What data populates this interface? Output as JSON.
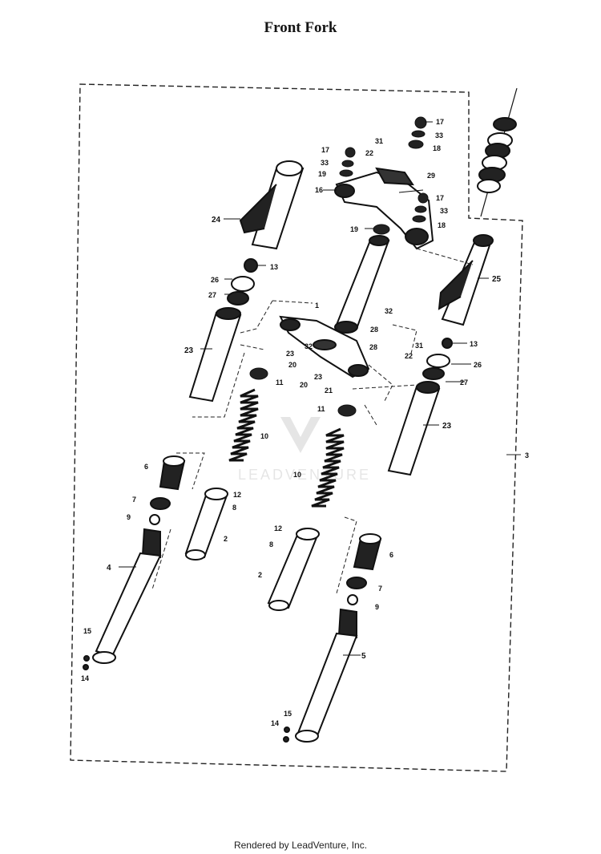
{
  "title": "Front Fork",
  "footer": "Rendered by LeadVenture, Inc.",
  "watermark": "LEADVENTURE",
  "callouts": {
    "c1": "1",
    "c2a": "2",
    "c2b": "2",
    "c3": "3",
    "c4": "4",
    "c5": "5",
    "c6a": "6",
    "c6b": "6",
    "c7a": "7",
    "c7b": "7",
    "c8a": "8",
    "c8b": "8",
    "c9a": "9",
    "c9b": "9",
    "c10a": "10",
    "c10b": "10",
    "c11a": "11",
    "c11b": "11",
    "c12a": "12",
    "c12b": "12",
    "c13a": "13",
    "c13b": "13",
    "c14a": "14",
    "c14b": "14",
    "c15a": "15",
    "c15b": "15",
    "c16": "16",
    "c17a": "17",
    "c17b": "17",
    "c17c": "17",
    "c18a": "18",
    "c18b": "18",
    "c19a": "19",
    "c19b": "19",
    "c20a": "20",
    "c20b": "20",
    "c21": "21",
    "c22a": "22",
    "c22b": "22",
    "c23a": "23",
    "c23b": "23",
    "c23c": "23",
    "c23d": "23",
    "c24": "24",
    "c25": "25",
    "c26a": "26",
    "c26b": "26",
    "c27a": "27",
    "c27b": "27",
    "c28a": "28",
    "c28b": "28",
    "c29": "29",
    "c31a": "31",
    "c31b": "31",
    "c32a": "32",
    "c32b": "32",
    "c33a": "33",
    "c33b": "33",
    "c33c": "33"
  }
}
